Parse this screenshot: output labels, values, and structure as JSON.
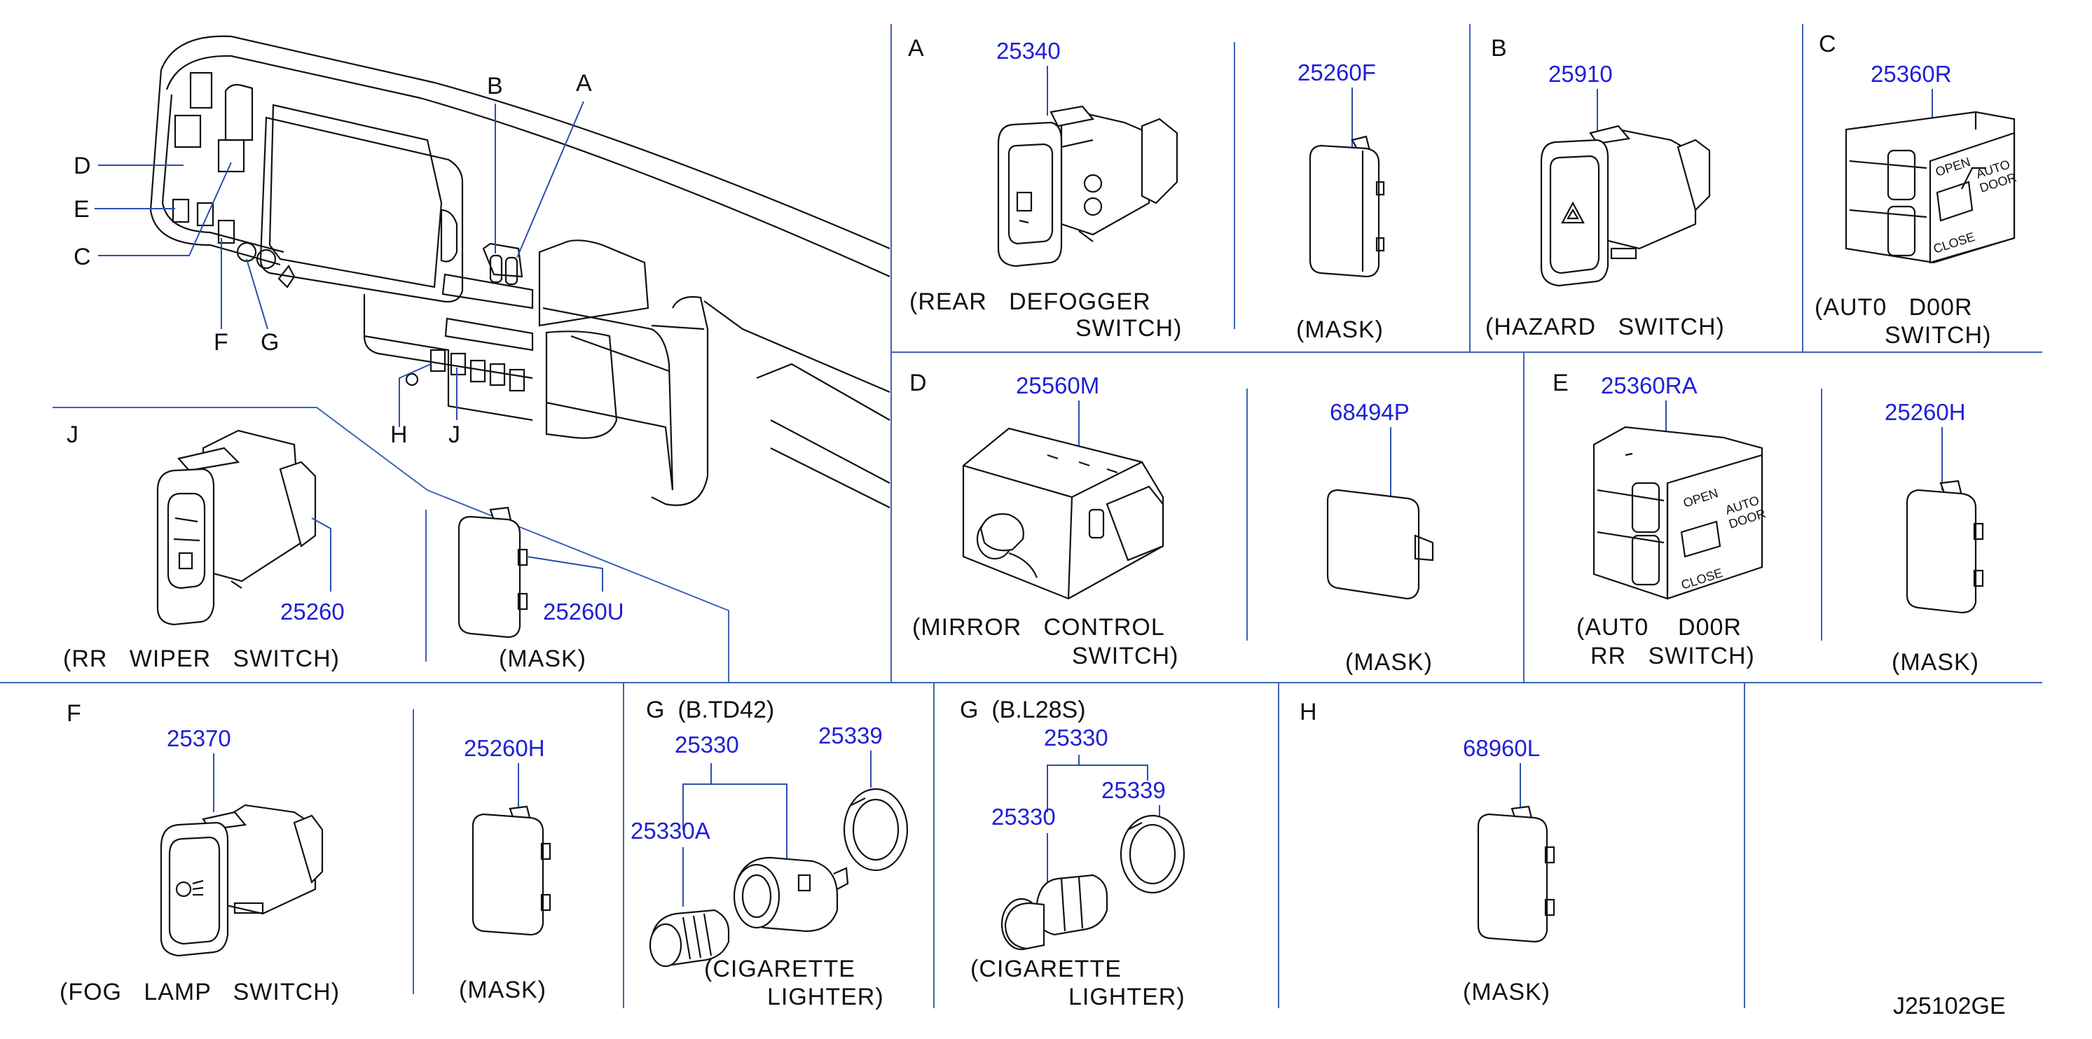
{
  "diagram_id": "J25102GE",
  "overview": {
    "letters": {
      "A": "A",
      "B": "B",
      "C": "C",
      "D": "D",
      "E": "E",
      "F": "F",
      "G": "G",
      "H": "H",
      "J": "J"
    }
  },
  "panels": {
    "A": {
      "letter": "A",
      "part": "25340",
      "mask_part": "25260F",
      "caption_l1": "(REAR   DEFOGGER",
      "caption_l2": "SWITCH)",
      "mask_caption": "(MASK)"
    },
    "B": {
      "letter": "B",
      "part": "25910",
      "caption": "(HAZARD   SWITCH)"
    },
    "C": {
      "letter": "C",
      "part": "25360R",
      "caption_l1": "(AUT0   D00R",
      "caption_l2": "SWITCH)",
      "switch_open": "OPEN",
      "switch_auto": "AUTO",
      "switch_door": "DOOR",
      "switch_close": "CLOSE"
    },
    "D": {
      "letter": "D",
      "part": "25560M",
      "mask_part": "68494P",
      "caption_l1": "(MIRROR   CONTROL",
      "caption_l2": "SWITCH)",
      "mask_caption": "(MASK)"
    },
    "E": {
      "letter": "E",
      "part": "25360RA",
      "mask_part": "25260H",
      "caption_l1": "(AUT0    D00R",
      "caption_l2": "RR   SWITCH)",
      "mask_caption": "(MASK)",
      "switch_open": "OPEN",
      "switch_auto": "AUTO",
      "switch_door": "DOOR",
      "switch_close": "CLOSE"
    },
    "J": {
      "letter": "J",
      "part": "25260",
      "mask_part": "25260U",
      "caption": "(RR   WIPER   SWITCH)",
      "mask_caption": "(MASK)"
    },
    "F": {
      "letter": "F",
      "part": "25370",
      "mask_part": "25260H",
      "caption": "(FOG   LAMP   SWITCH)",
      "mask_caption": "(MASK)"
    },
    "G1": {
      "letter": "G  (B.TD42)",
      "group_part": "25330",
      "part_a": "25330A",
      "part_b": "25339",
      "caption_l1": "(CIGARETTE",
      "caption_l2": "LIGHTER)"
    },
    "G2": {
      "letter": "G  (B.L28S)",
      "group_part": "25330",
      "part_a": "25330",
      "part_b": "25339",
      "caption_l1": "(CIGARETTE",
      "caption_l2": "LIGHTER)"
    },
    "H": {
      "letter": "H",
      "mask_part": "68960L",
      "mask_caption": "(MASK)"
    }
  }
}
